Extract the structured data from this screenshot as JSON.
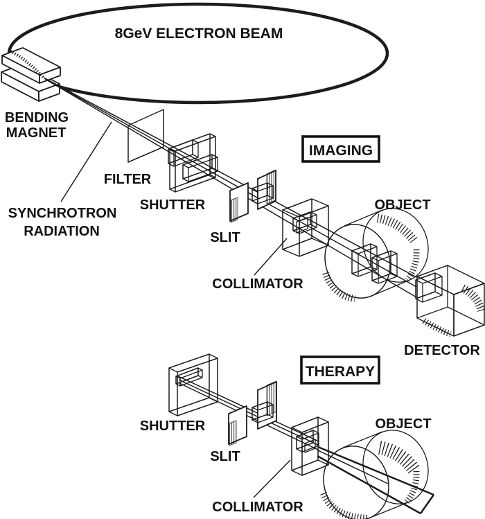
{
  "colors": {
    "ink": "#1c1c1c",
    "background": "#ffffff"
  },
  "ring_label": "8GeV ELECTRON BEAM",
  "bending_magnet": {
    "line1": "BENDING",
    "line2": "MAGNET"
  },
  "synchrotron_radiation": {
    "line1": "SYNCHROTRON",
    "line2": "RADIATION"
  },
  "filter_label": "FILTER",
  "imaging": {
    "mode": "IMAGING",
    "shutter": "SHUTTER",
    "slit": "SLIT",
    "collimator": "COLLIMATOR",
    "object": "OBJECT",
    "detector": "DETECTOR"
  },
  "therapy": {
    "mode": "THERAPY",
    "shutter": "SHUTTER",
    "slit": "SLIT",
    "collimator": "COLLIMATOR",
    "object": "OBJECT"
  }
}
